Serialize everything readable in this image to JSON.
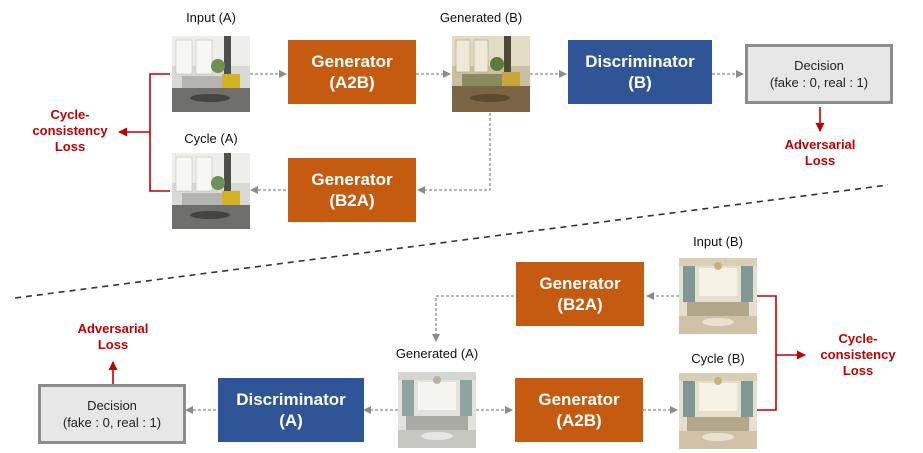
{
  "top": {
    "input_label": "Input (A)",
    "generated_label": "Generated (B)",
    "cycle_label": "Cycle (A)",
    "generator_a2b": "Generator\n(A2B)",
    "generator_b2a": "Generator\n(B2A)",
    "discriminator": "Discriminator\n(B)",
    "decision_title": "Decision",
    "decision_values": "(fake : 0, real : 1)",
    "adversarial_loss": "Adversarial\nLoss",
    "cycle_loss": "Cycle-\nconsistency\nLoss"
  },
  "bottom": {
    "input_label": "Input (B)",
    "generated_label": "Generated (A)",
    "cycle_label": "Cycle (B)",
    "generator_b2a": "Generator\n(B2A)",
    "generator_a2b": "Generator\n(A2B)",
    "discriminator": "Discriminator\n(A)",
    "decision_title": "Decision",
    "decision_values": "(fake : 0, real : 1)",
    "adversarial_loss": "Adversarial\nLoss",
    "cycle_loss": "Cycle-\nconsistency\nLoss"
  },
  "colors": {
    "generator": "#c55a11",
    "discriminator": "#2f5597",
    "loss": "#c00000",
    "decision_fill": "#e7e7e7",
    "decision_border": "#8c8c8c",
    "arrow": "#8c8c8c"
  }
}
